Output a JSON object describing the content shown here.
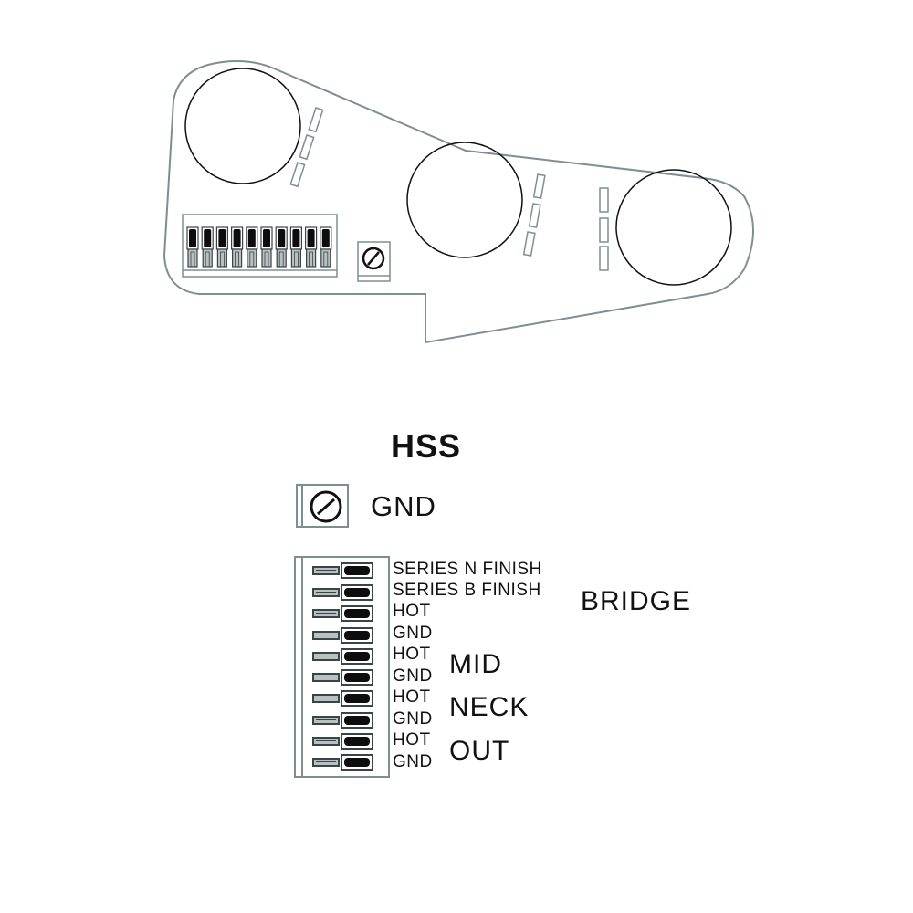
{
  "diagram": {
    "title": "HSS",
    "pot_label": "GND",
    "pins": [
      {
        "label": "SERIES N FINISH"
      },
      {
        "label": "SERIES B FINISH"
      },
      {
        "label": "HOT"
      },
      {
        "label": "GND"
      },
      {
        "label": "HOT"
      },
      {
        "label": "GND"
      },
      {
        "label": "HOT"
      },
      {
        "label": "GND"
      },
      {
        "label": "HOT"
      },
      {
        "label": "GND"
      }
    ],
    "groups": {
      "bridge": "BRIDGE",
      "mid": "MID",
      "neck": "NECK",
      "out": "OUT"
    },
    "board": {
      "pickup_count": 3,
      "terminal_count": 10
    },
    "colors": {
      "outline": "#7d8f93",
      "terminal_dark": "#0d0d0d",
      "wire_fill": "#b9c0c2",
      "circle": "#111111"
    }
  }
}
